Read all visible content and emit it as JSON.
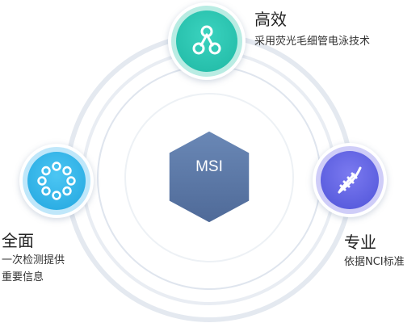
{
  "center": {
    "label": "MSI"
  },
  "features": {
    "gaoxiao": {
      "title": "高效",
      "desc": "采用荧光毛细管电泳技术",
      "icon": "network-nodes-icon",
      "color": "#1fb8a4"
    },
    "quanmian": {
      "title": "全面",
      "desc_line1": "一次检测提供",
      "desc_line2": "重要信息",
      "icon": "bead-ring-icon",
      "color": "#22a6df"
    },
    "zhuanye": {
      "title": "专业",
      "desc": "依据NCI标准",
      "icon": "dna-helix-icon",
      "color": "#4f53d8"
    }
  },
  "colors": {
    "hexagon": "#5d7aa8",
    "rings": "#dde4ee"
  }
}
